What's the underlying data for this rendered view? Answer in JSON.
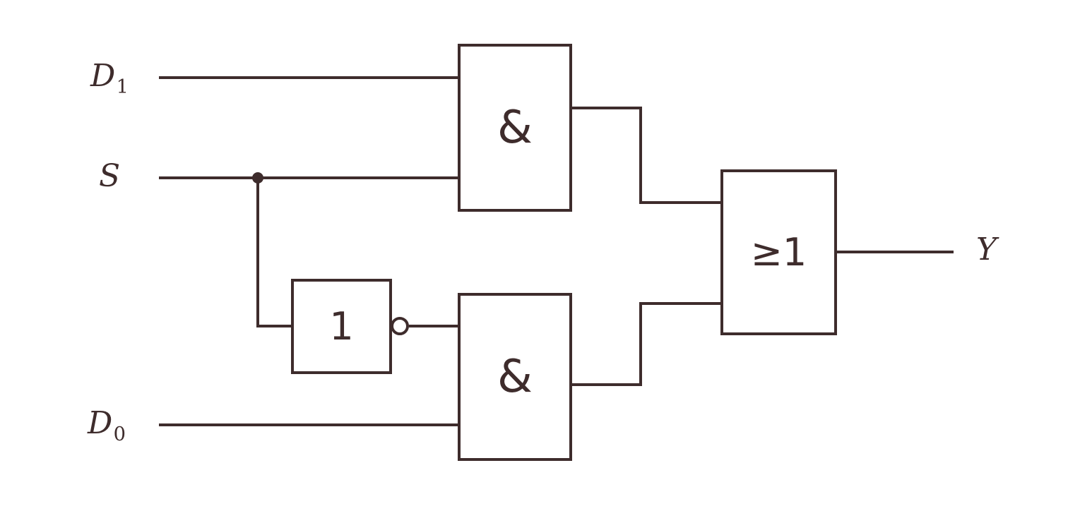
{
  "colors": {
    "line": "#3e2c2c",
    "background": "#ffffff"
  },
  "signals": {
    "d1": {
      "base": "D",
      "sub": "1"
    },
    "s": {
      "base": "S"
    },
    "d0": {
      "base": "D",
      "sub": "0"
    },
    "y": {
      "base": "Y"
    }
  },
  "gates": {
    "and_top": {
      "symbol": "&"
    },
    "and_bottom": {
      "symbol": "&"
    },
    "not": {
      "symbol": "1"
    },
    "or": {
      "symbol": "≥1"
    }
  }
}
